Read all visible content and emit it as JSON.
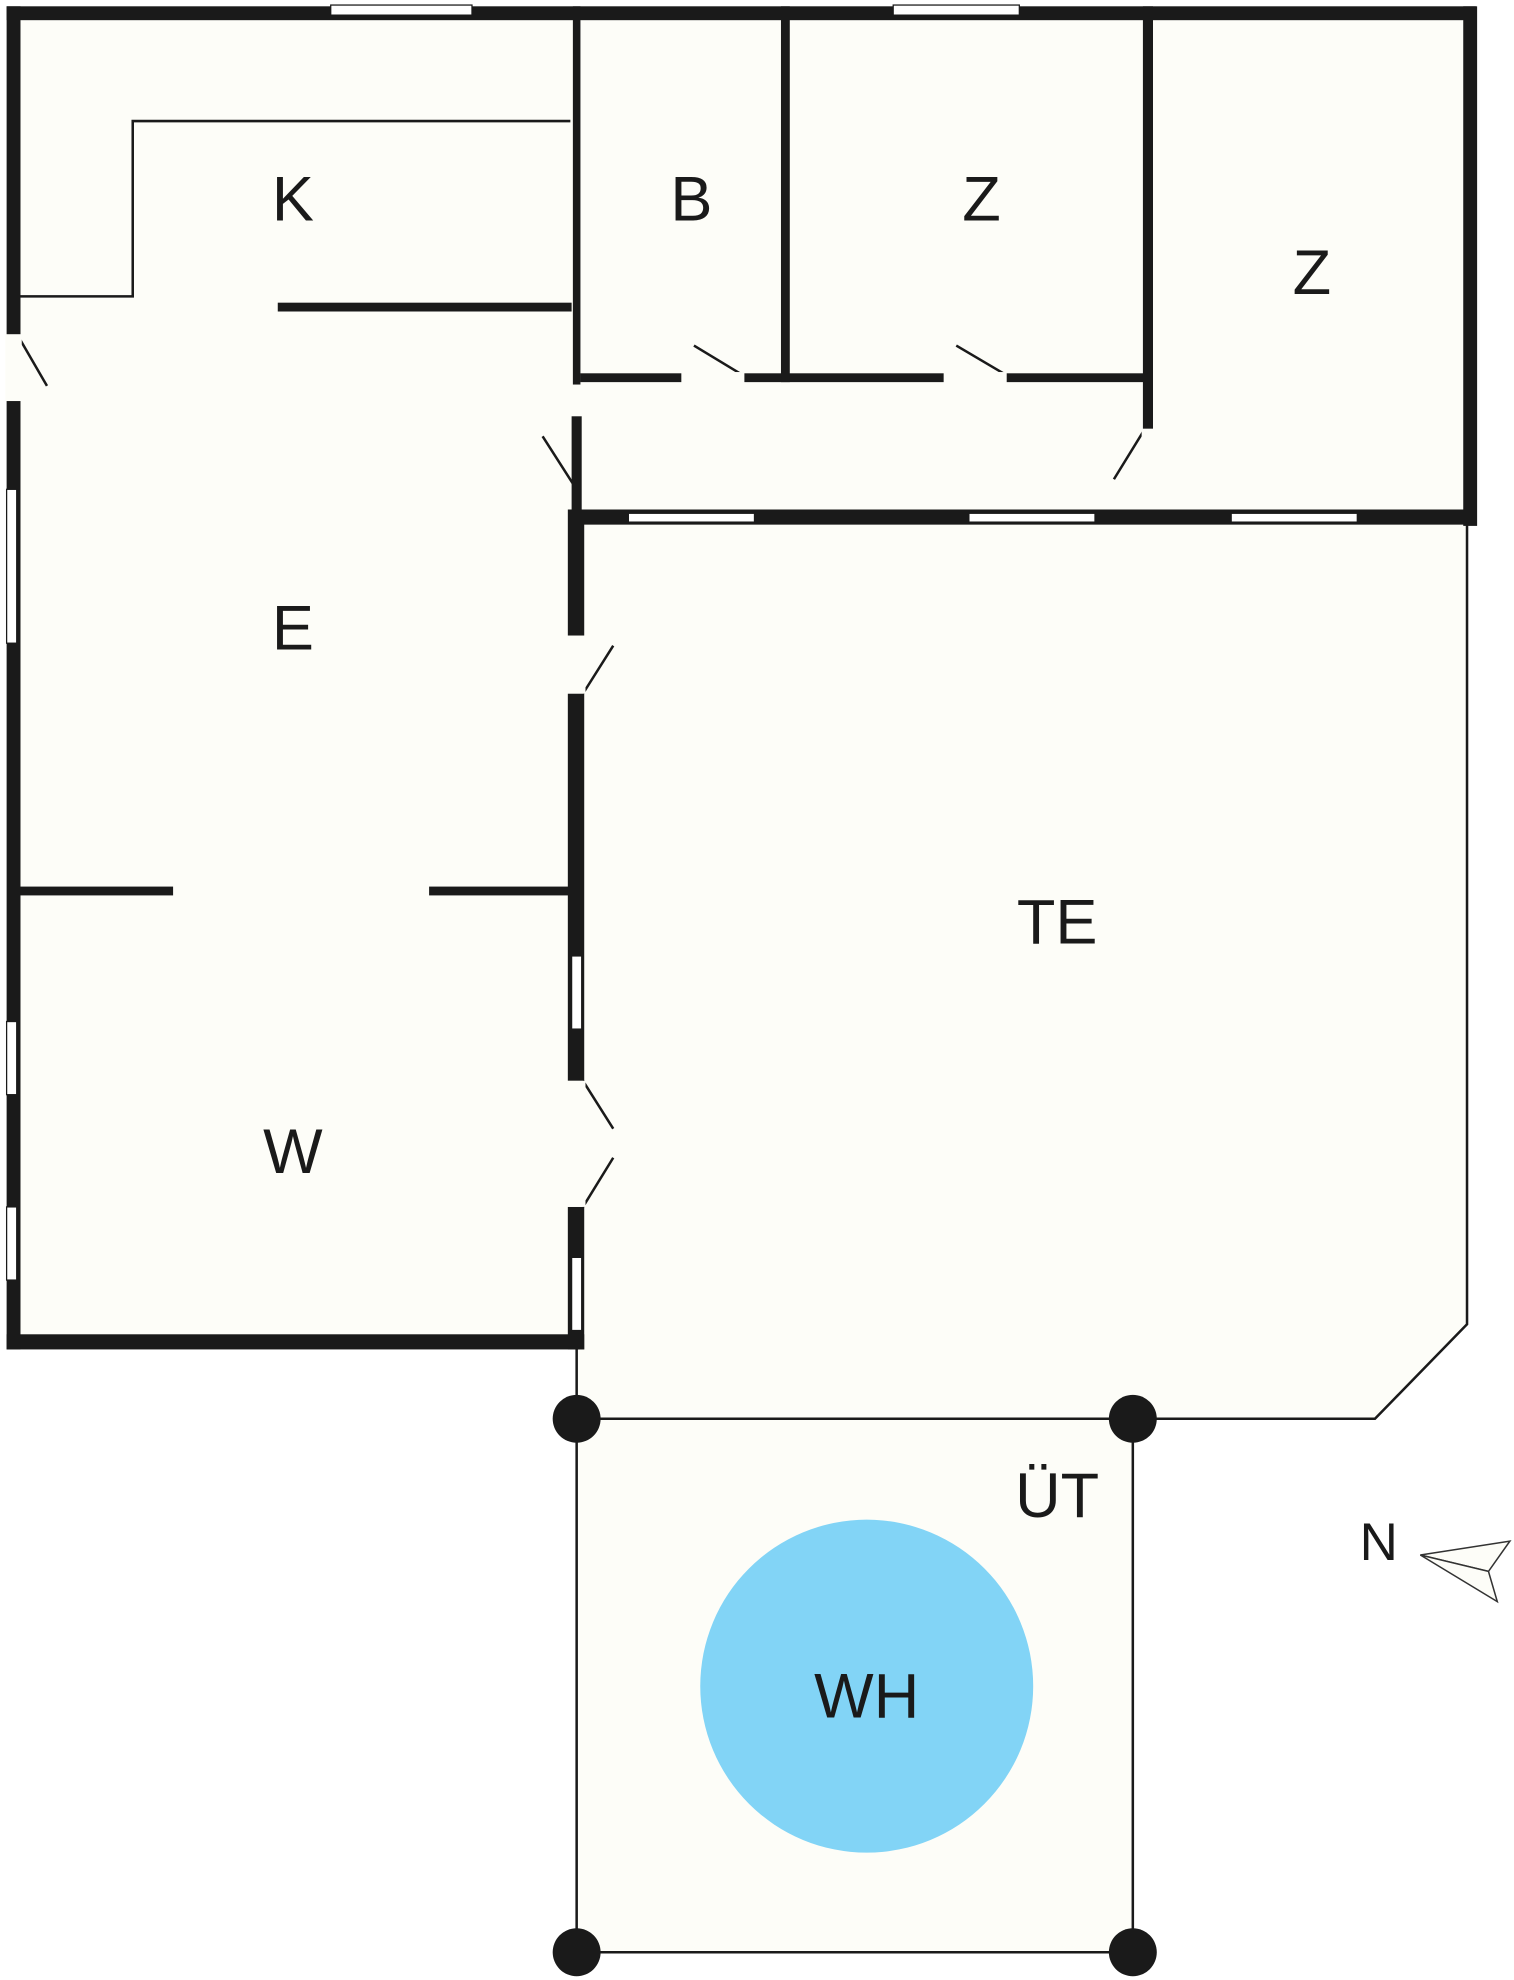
{
  "rooms": {
    "kitchen": "K",
    "bathroom": "B",
    "bedroom_1": "Z",
    "bedroom_2": "Z",
    "dining": "E",
    "living": "W",
    "terrace": "TE",
    "outdoor_area": "ÜT",
    "whirlpool": "WH"
  },
  "compass": {
    "label": "N"
  },
  "colors": {
    "floor": "#fdfdf8",
    "wall": "#1a1a1a",
    "whirlpool": "#82d4f6"
  }
}
